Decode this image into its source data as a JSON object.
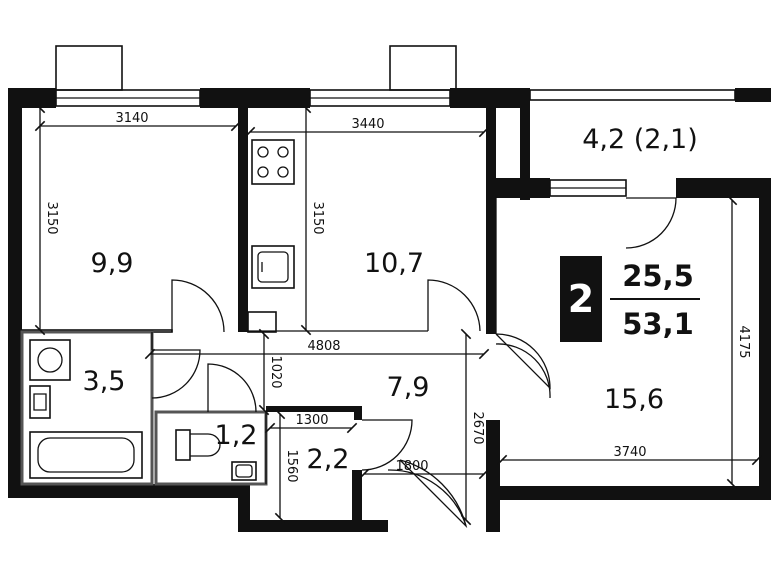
{
  "rooms": [
    {
      "id": "room-left",
      "area": "9,9"
    },
    {
      "id": "kitchen",
      "area": "10,7"
    },
    {
      "id": "loggia",
      "area": "4,2 (2,1)"
    },
    {
      "id": "room-right",
      "area": "15,6"
    },
    {
      "id": "bathroom",
      "area": "3,5"
    },
    {
      "id": "toilet",
      "area": "1,2"
    },
    {
      "id": "hallway",
      "area": "7,9"
    },
    {
      "id": "closet",
      "area": "2,2"
    }
  ],
  "dimensions": {
    "room_left_width": "3140",
    "room_left_depth": "3150",
    "kitchen_width": "3440",
    "kitchen_depth": "3150",
    "hall_length": "4808",
    "hall_width": "1020",
    "hall_depth": "2670",
    "closet_width": "1300",
    "closet_depth": "1560",
    "entry_width": "1800",
    "room_right_width": "3740",
    "room_right_depth": "4175"
  },
  "summary": {
    "rooms_count": "2",
    "living_area": "25,5",
    "total_area": "53,1"
  }
}
